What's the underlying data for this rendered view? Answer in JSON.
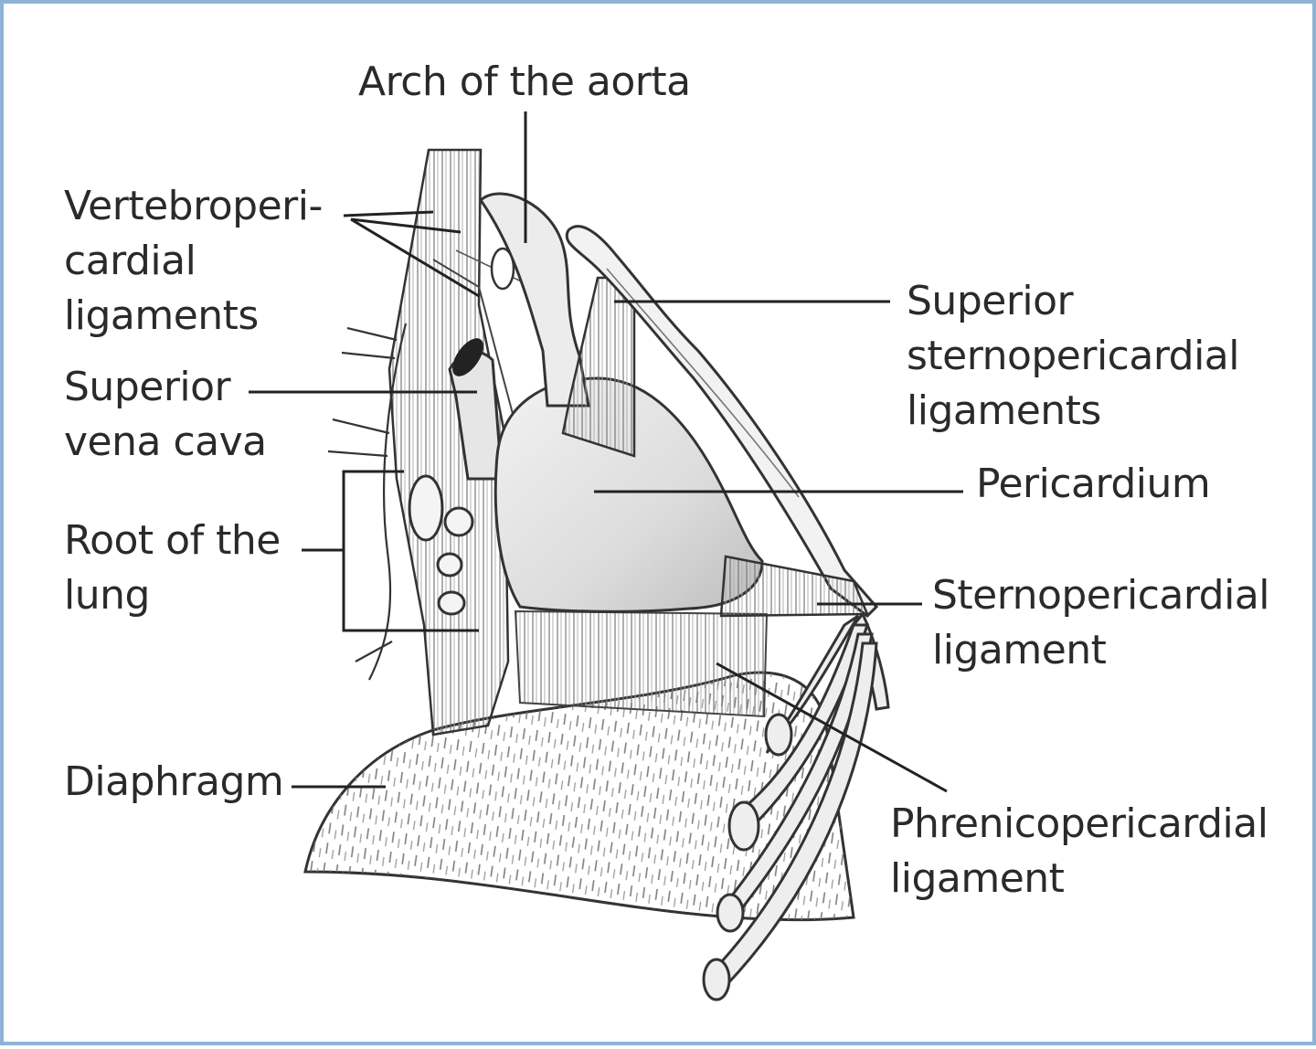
{
  "labels": {
    "arch_of_aorta": "Arch of the aorta",
    "vertebropericardial": "Vertebroperi-\ncardial\nligaments",
    "superior_vena_cava": "Superior\nvena cava",
    "root_of_lung": "Root of the\nlung",
    "diaphragm": "Diaphragm",
    "superior_sternopericardial": "Superior\nsternopericardial\nligaments",
    "pericardium": "Pericardium",
    "sternopericardial": "Sternopericardial\nligament",
    "phrenicopericardial": "Phrenicopericardial\nligament"
  }
}
